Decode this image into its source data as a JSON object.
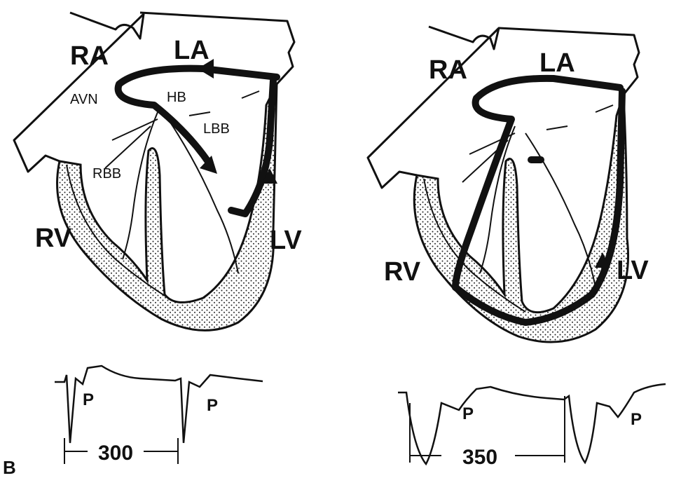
{
  "panel_label": "B",
  "left_heart": {
    "labels": {
      "ra": "RA",
      "la": "LA",
      "avn": "AVN",
      "hb": "HB",
      "lbb": "LBB",
      "rbb": "RBB",
      "rv": "RV",
      "lv": "LV"
    },
    "ecg": {
      "p_label_1": "P",
      "p_label_2": "P",
      "interval": "300"
    }
  },
  "right_heart": {
    "labels": {
      "ra": "RA",
      "la": "LA",
      "rv": "RV",
      "lv": "LV"
    },
    "ecg": {
      "p_label_1": "P",
      "p_label_2": "P",
      "interval": "350"
    }
  }
}
